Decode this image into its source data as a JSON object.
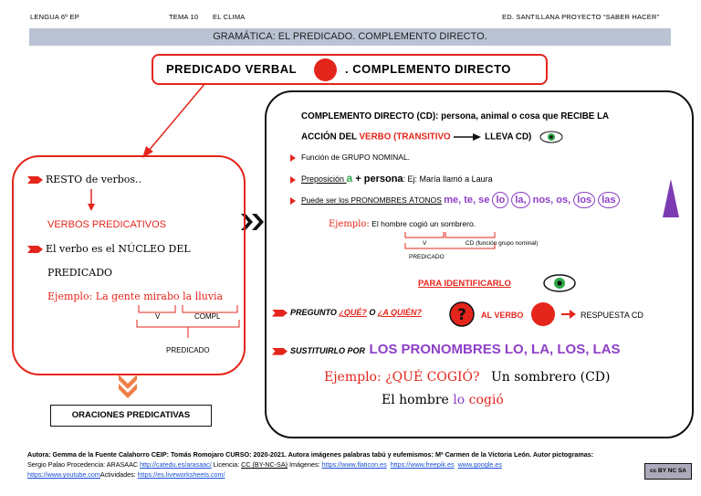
{
  "header": {
    "subject": "LENGUA 6º EP",
    "unit": "TEMA 10",
    "unit_name": "EL CLIMA",
    "publisher": "ED. SANTILLANA   PROYECTO “SABER HACER”"
  },
  "banner": "GRAMÁTICA: EL PREDICADO. COMPLEMENTO DIRECTO.",
  "title": {
    "left": "PREDICADO VERBAL",
    "right": ". COMPLEMENTO DIRECTO"
  },
  "left": {
    "resto": "RESTO de verbos..",
    "verbos": "VERBOS PREDICATIVOS",
    "nucleo_1": "El verbo es el NÚCLEO DEL",
    "nucleo_2": "PREDICADO",
    "ejemplo_label": "Ejemplo:",
    "ejemplo_text": "La gente mirabo la lluvia",
    "v": "V",
    "compl": "COMPL",
    "predicado": "PREDICADO"
  },
  "oraciones": "ORACIONES PREDICATIVAS",
  "right": {
    "cd_title_1": "COMPLEMENTO DIRECTO (CD): persona, animal o cosa que RECIBE LA",
    "cd_title_2a": "ACCIÓN DEL ",
    "cd_title_2b": "VERBO (TRANSITIVO",
    "cd_title_2c": "LLEVA CD)",
    "funcion": "Función de GRUPO NOMINAL.",
    "preposicion_a": "Preposición ",
    "preposicion_b": "a",
    "preposicion_c": " + persona",
    "preposicion_d": ": Ej: María llamó a Laura",
    "pronombres_intro": "Puede ser los PRONOMBRES ÁTONOS",
    "pronombres": [
      "me,",
      "te,",
      "se",
      "lo",
      "la,",
      "nos,",
      "os,",
      "los",
      "las"
    ],
    "ej2_label": "Ejemplo:",
    "ej2_text": "El hombre cogió un sombrero.",
    "ej2_v": "V",
    "ej2_cd": "CD (función  grupo nominal)",
    "ej2_pred": "PREDICADO",
    "identificar": "PARA IDENTIFICARLO",
    "pregunto_a": "PREGUNTO ",
    "pregunto_b": "¿QUÉ?",
    "pregunto_c": " O ",
    "pregunto_d": "¿A QUIÉN?",
    "al_verbo": "AL VERBO",
    "respuesta": "RESPUESTA CD",
    "sustituirlo": "SUSTITUIRLO POR",
    "pron_big": "LOS PRONOMBRES LO, LA, LOS, LAS",
    "ej3_label": "Ejemplo:",
    "ej3_q": "¿QUÉ COGIÓ?",
    "ej3_a": "Un sombrero (CD)",
    "ej4_a": "El hombre ",
    "ej4_b": "lo",
    "ej4_c": " cogió"
  },
  "footer": {
    "line1": "Autora: Gemma de la Fuente Calahorro   CEIP: Tomás Romojaro   CURSO: 2020-2021. Autora imágenes palabras tabú y eufemismos: Mª Carmen de la Victoria León. Autor pictogramas:",
    "line2a": "Sergio Palao  Procedencia: ARASAAC ",
    "link1": "http://catedu.es/arasaac/",
    "line2b": "  Licencia: ",
    "license": "CC (BY-NC-SA)",
    "line2c": " Imágenes: ",
    "link2": "https://www.flaticon.es",
    "link3": "https://www.freepik.es",
    "link4": "www.google.es",
    "link5": "https://www.youtube.com",
    "line3b": "Actividades: ",
    "link6": "https://es.liveworksheets.com/",
    "cc_badge": "cc BY NC SA"
  },
  "colors": {
    "red": "#e4251b",
    "purple": "#8e3fc7",
    "banner": "#b9c3d4",
    "green": "#2ea84a"
  }
}
